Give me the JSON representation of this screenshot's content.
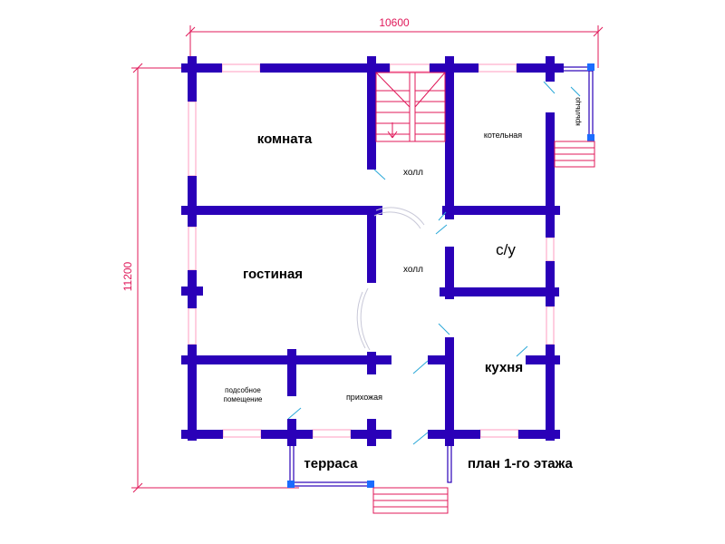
{
  "dimensions": {
    "width_label": "10600",
    "height_label": "11200"
  },
  "rooms": {
    "komnata": "комната",
    "kotelnaya": "котельная",
    "holl_top": "холл",
    "holl_mid": "холл",
    "gostinaya": "гостиная",
    "su": "с/у",
    "kuhnya": "кухня",
    "podsobnoe_line1": "подсобное",
    "podsobnoe_line2": "помещение",
    "prihozhaya": "прихожая",
    "terrasa": "терраса",
    "kryltso": "крыльцо"
  },
  "plan_title": "план 1-го этажа",
  "colors": {
    "wall": "#2a00b8",
    "dimension": "#e0195a",
    "window": "#ff9ec0",
    "door_swing": "#2aa8d8",
    "accent_post": "#1a6cff"
  }
}
